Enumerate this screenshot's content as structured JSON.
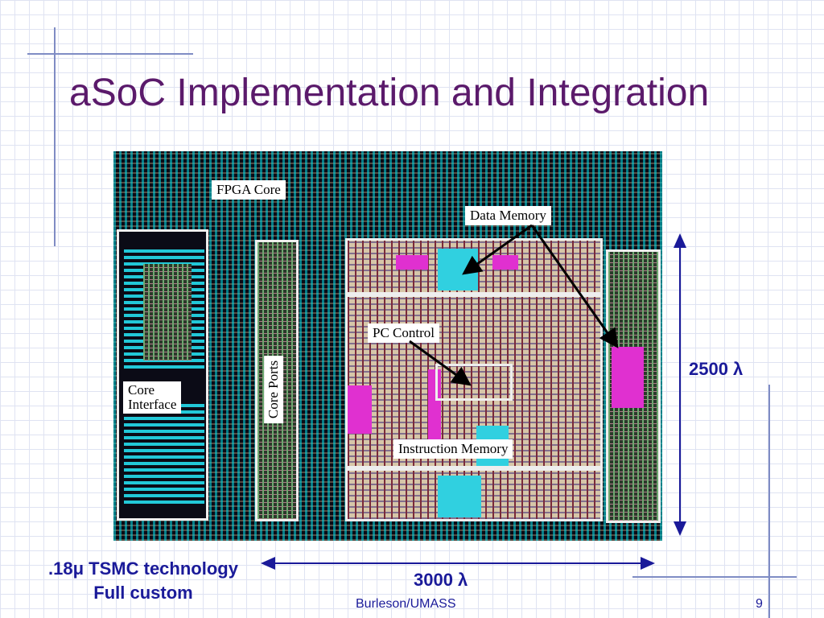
{
  "slide": {
    "title": "aSoC Implementation and Integration",
    "footer": "Burleson/UMASS",
    "page_number": "9"
  },
  "figure": {
    "labels": {
      "fpga_core": "FPGA Core",
      "data_memory": "Data Memory",
      "pc_control": "PC Control",
      "core_interface_line1": "Core",
      "core_interface_line2": "Interface",
      "core_ports": "Core Ports",
      "instruction_memory": "Instruction Memory"
    }
  },
  "annotations": {
    "height_dimension": "2500 λ",
    "width_dimension": "3000 λ",
    "technology_line1": ".18μ TSMC technology",
    "technology_line2": "Full custom"
  },
  "colors": {
    "title": "#5b1a6b",
    "annotation": "#1a1a99",
    "layout_cyan": "#30d0e0",
    "layout_magenta": "#e030d0",
    "decor_line": "#7f8cc4"
  }
}
